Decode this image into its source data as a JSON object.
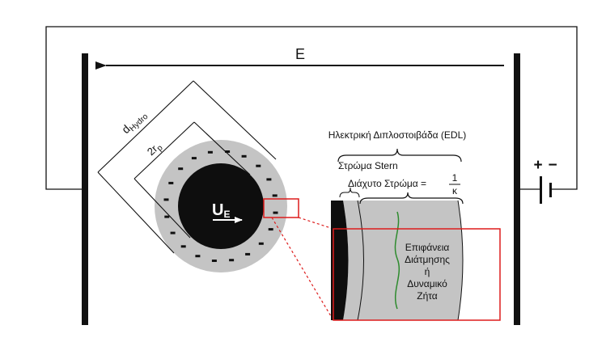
{
  "field_label": "E",
  "battery": {
    "plus": "+",
    "minus": "−"
  },
  "hydro_diameter": {
    "main": "d",
    "sub": "Hydro"
  },
  "particle_diameter": "2r",
  "particle_diameter_sub": "p",
  "velocity": {
    "main": "U",
    "sub": "E"
  },
  "edl_label": "Ηλεκτρική Διπλοστοιβάδα (EDL)",
  "stern_label": "Στρώμα Stern",
  "diffuse_label": "Διάχυτο Στρώμα =",
  "fraction": {
    "numerator": "1",
    "denominator": "κ"
  },
  "shear_plane_lines": [
    "Επιφάνεια",
    "Διάτμησης",
    "ή",
    "Δυναμικό",
    "Ζήτα"
  ],
  "colors": {
    "particle": "#0e0e0e",
    "double_layer": "#c4c4c4",
    "highlight": "#dd1c1c",
    "shear_line": "#2e8b2e",
    "frame": "#111111"
  }
}
